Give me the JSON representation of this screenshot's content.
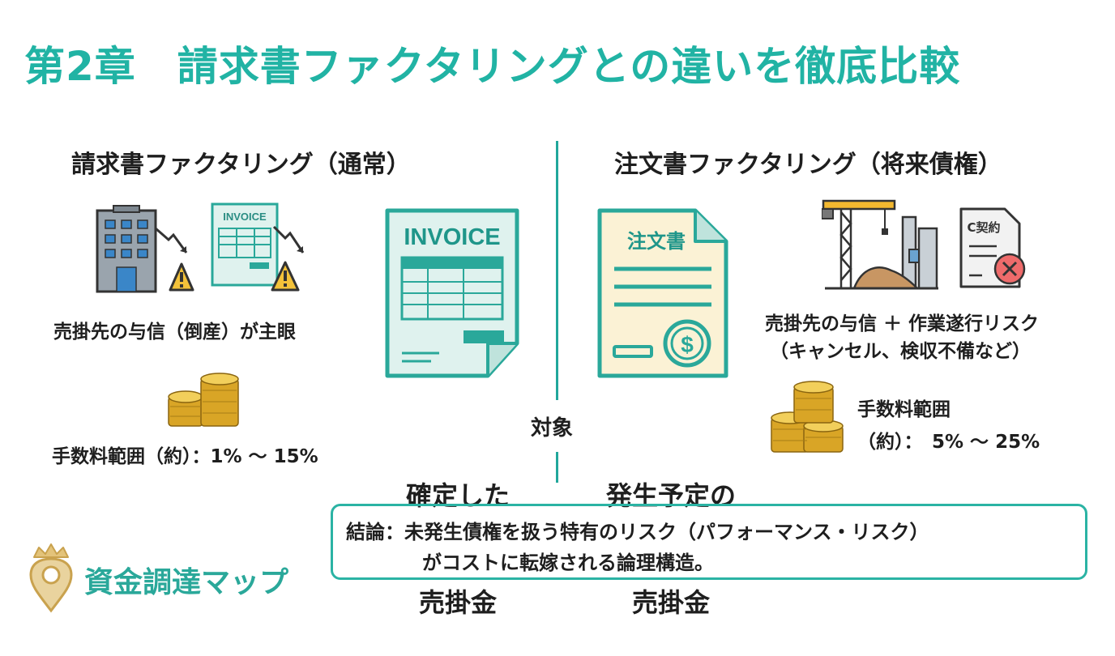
{
  "title": "第2章　請求書ファクタリングとの違いを徹底比較",
  "left": {
    "heading": "請求書ファクタリング（通常）",
    "risk_label": "売掛先の与信（倒産）が主眼",
    "fee_label": "手数料範囲（約）：1% ～ 15%",
    "invoice_icon_text": "INVOICE",
    "doc_text": "INVOICE",
    "target_line1": "確定した",
    "target_line2": "売掛金"
  },
  "center": {
    "target_label": "対象"
  },
  "right": {
    "heading": "注文書ファクタリング（将来債権）",
    "risk_line1": "売掛先の与信 ＋ 作業遂行リスク",
    "risk_line2": "（キャンセル、検収不備など）",
    "fee_line1": "手数料範囲",
    "fee_line2": "（約）：　5% ～ 25%",
    "doc_text": "注文書",
    "contract_text": "C契約",
    "target_line1": "発生予定の",
    "target_line2": "売掛金"
  },
  "conclusion": {
    "line1": "結論：未発生債権を扱う特有のリスク（パフォーマンス・リスク）",
    "line2": "がコストに転嫁される論理構造。"
  },
  "brand": {
    "name": "資金調達マップ"
  },
  "colors": {
    "accent": "#21b3a4",
    "doc_green": "#dff2ee",
    "doc_yellow": "#fbf2d5",
    "warning": "#f3c23a",
    "coin": "#d9a526"
  }
}
